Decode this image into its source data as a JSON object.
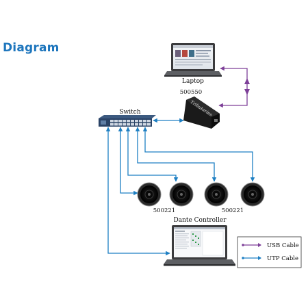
{
  "title": "Diagram",
  "nodes": {
    "laptop": {
      "label": "Laptop",
      "icon": "laptop-icon"
    },
    "adapter": {
      "label": "500550",
      "icon": "usb-dante-adapter-icon",
      "brand": "Tributaries"
    },
    "switch": {
      "label": "Switch",
      "icon": "network-switch-icon"
    },
    "speakers": {
      "icon": "ceiling-speaker-icon",
      "count": 4,
      "labels": [
        "500221",
        "500221"
      ]
    },
    "controller": {
      "label": "Dante Controller",
      "icon": "laptop-icon"
    }
  },
  "legend": {
    "items": [
      {
        "label": "USB Cable",
        "color": "#7d3f98"
      },
      {
        "label": "UTP Cable",
        "color": "#1d7fc3"
      }
    ]
  },
  "colors": {
    "title": "#1e76bd",
    "usb": "#7d3f98",
    "utp": "#1d7fc3"
  }
}
